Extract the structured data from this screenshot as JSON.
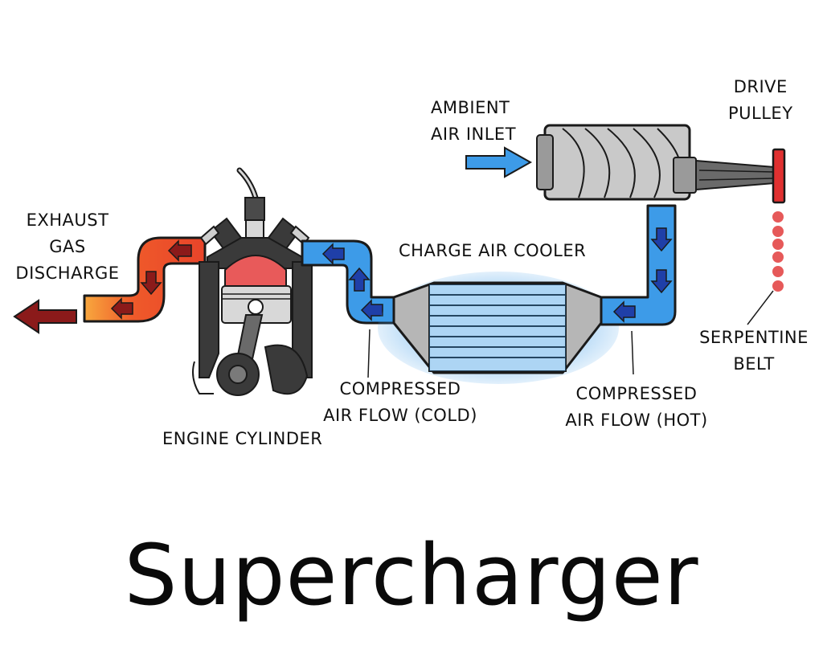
{
  "title": "Supercharger",
  "labels": {
    "drive_pulley": [
      "DRIVE",
      "PULLEY"
    ],
    "ambient_air_inlet": [
      "AMBIENT",
      "AIR INLET"
    ],
    "exhaust_gas_discharge": [
      "EXHAUST",
      "GAS",
      "DISCHARGE"
    ],
    "charge_air_cooler": "CHARGE AIR COOLER",
    "serpentine_belt": [
      "SERPENTINE",
      "BELT"
    ],
    "compressed_air_cold": [
      "COMPRESSED",
      "AIR FLOW (COLD)"
    ],
    "compressed_air_hot": [
      "COMPRESSED",
      "AIR FLOW (HOT)"
    ],
    "engine_cylinder": "ENGINE CYLINDER"
  },
  "colors": {
    "hot_exhaust": "#e8442a",
    "exhaust_fade": "#f7a640",
    "exhaust_arrow": "#8b1a1a",
    "cold_air": "#3d9be8",
    "flow_arrow": "#1f3fa8",
    "compressor_body": "#c9c9c9",
    "engine_body": "#3a3a3a",
    "piston_top": "#e85a5a",
    "pulley": "#e03030"
  }
}
